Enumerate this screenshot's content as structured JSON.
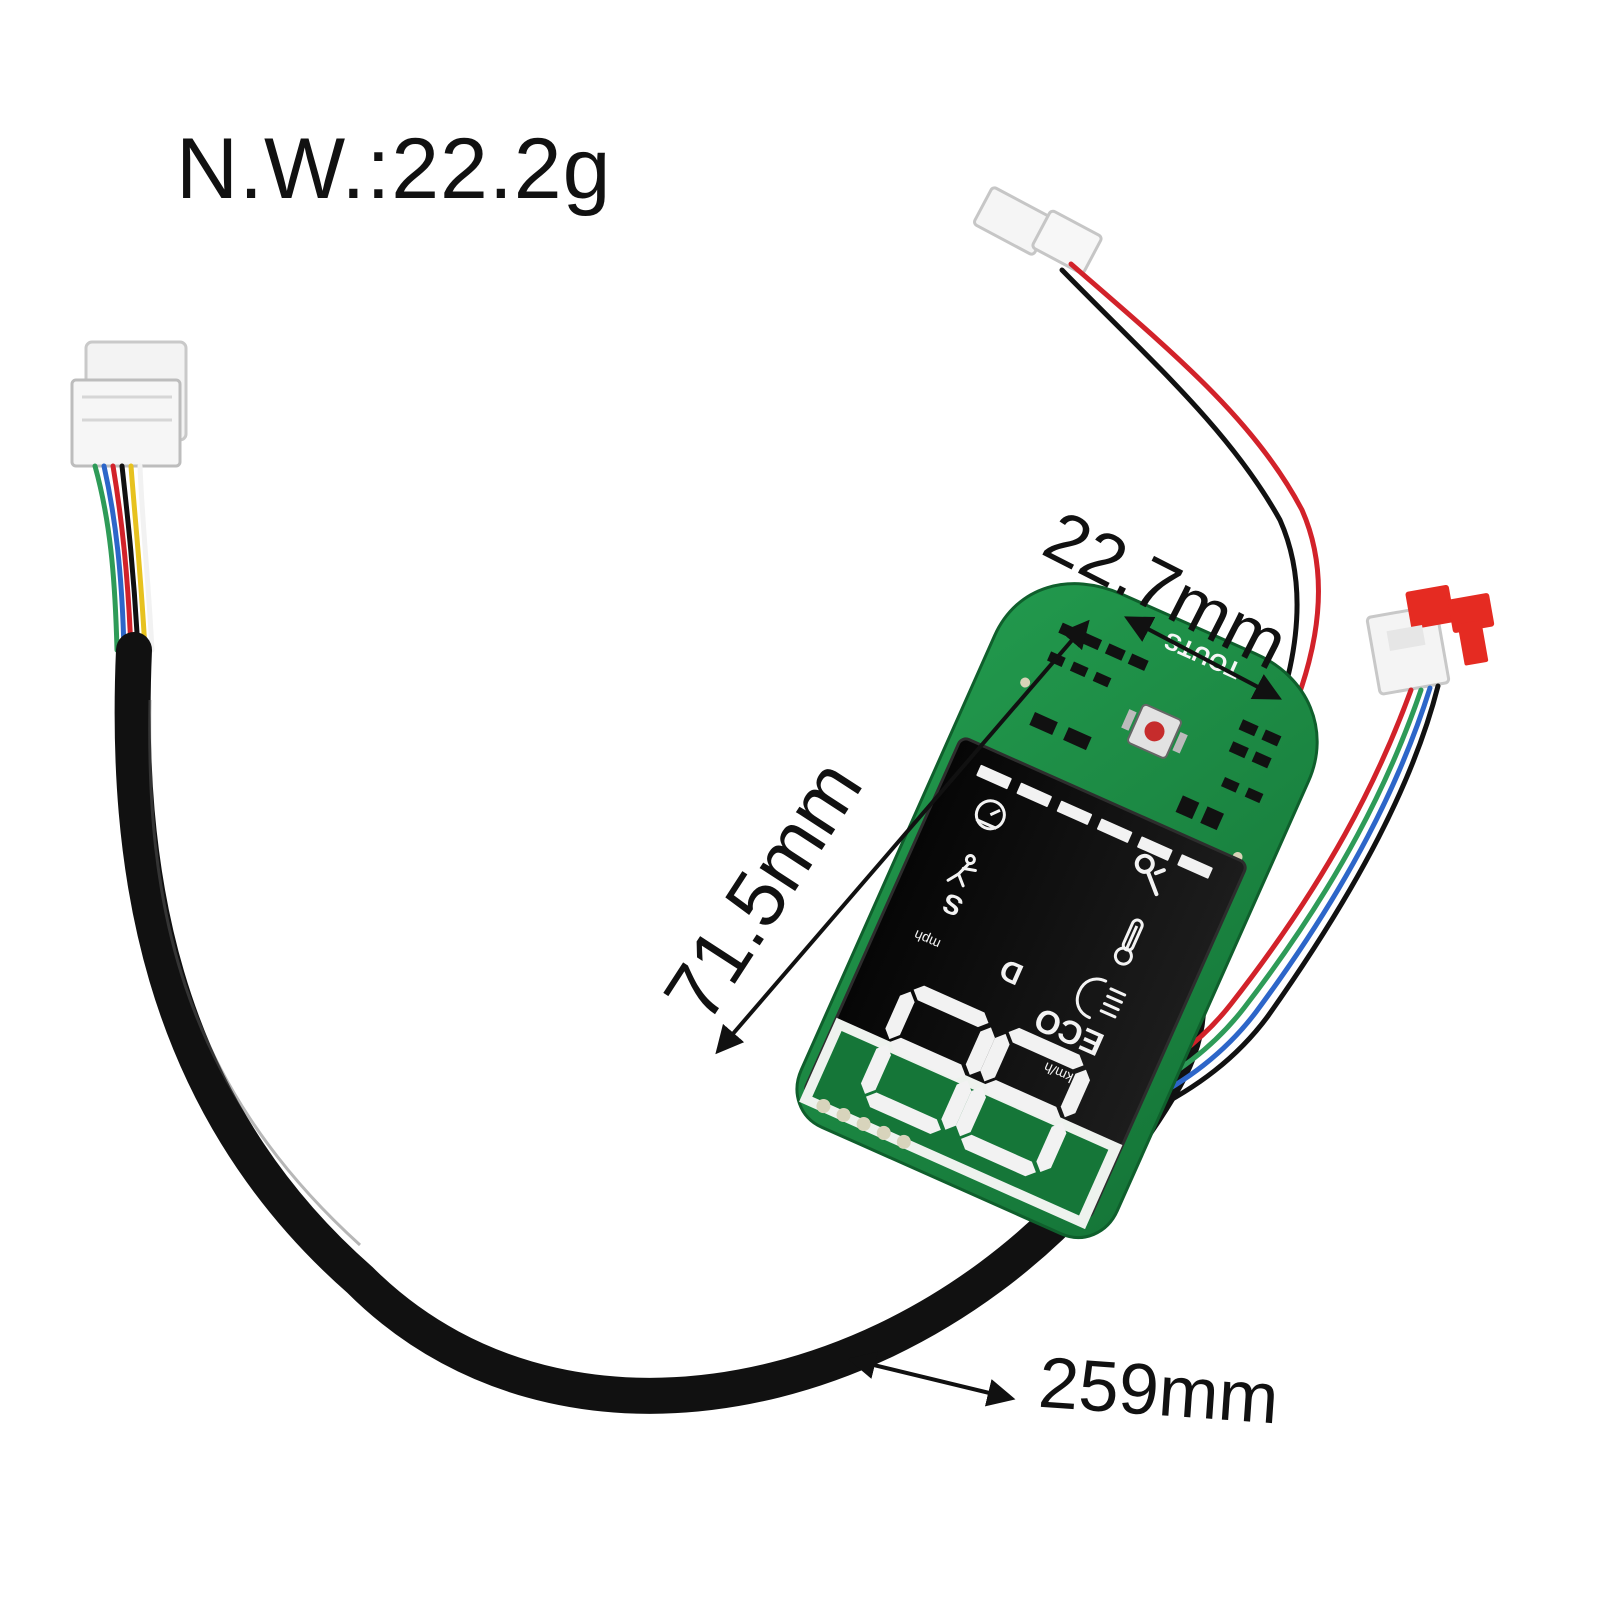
{
  "net_weight": "N.W.:22.2g",
  "dimensions": {
    "length": "71.5mm",
    "width": "22.7mm",
    "cable_length": "259mm"
  },
  "pcb": {
    "brand_text": "TOUTS"
  },
  "display": {
    "speed_unit_mph": "mph",
    "speed_unit_kmh": "km/h",
    "mode_s": "S",
    "mode_d": "D",
    "mode_eco": "ECO",
    "digits": "88"
  },
  "colors": {
    "background": "#ffffff",
    "pcb_green": "#1f8a46",
    "display_black": "#101010",
    "cable_black": "#1a1a1a",
    "wire_red": "#d2222a",
    "wire_green": "#2e9b58",
    "wire_blue": "#2d66c9",
    "wire_yellow": "#e7c21f",
    "connector_white": "#f3f3f3",
    "connector_red": "#e52b22"
  },
  "icons": [
    "weight-label",
    "dimension-arrow-icon",
    "speedometer-icon",
    "wrench-icon",
    "walker-icon",
    "thermometer-icon",
    "headlight-icon",
    "tact-switch-icon"
  ]
}
